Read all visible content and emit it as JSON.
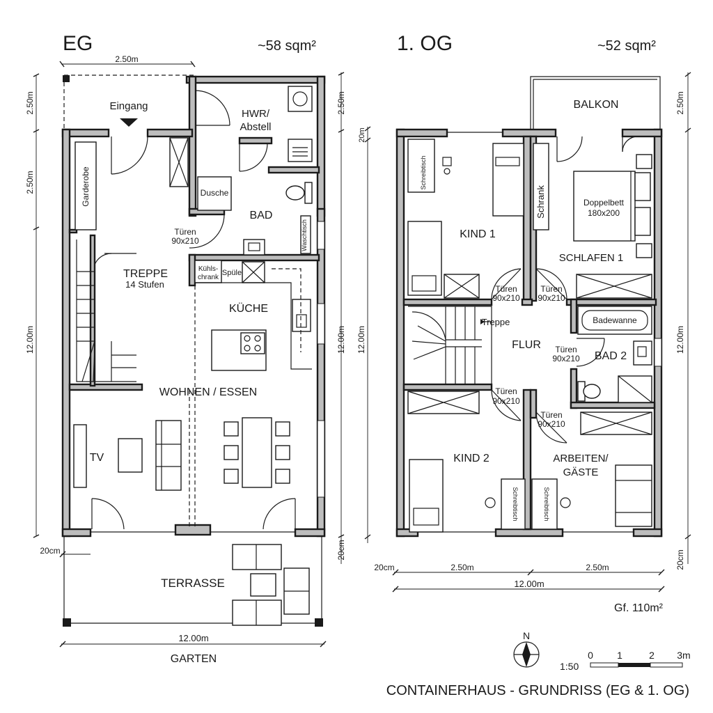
{
  "eg": {
    "title": "EG",
    "area": "~58 sqm²",
    "rooms": {
      "eingang": "Eingang",
      "hwr_line1": "HWR/",
      "hwr_line2": "Abstell",
      "dusche": "Dusche",
      "bad": "BAD",
      "garderobe": "Garderobe",
      "tueren_line1": "Türen",
      "tueren_line2": "90x210",
      "kuehlschrank_line1": "Kühls-",
      "kuehlschrank_line2": "chrank",
      "spuele": "Spüle",
      "waschtisch": "Waschtisch",
      "treppe": "TREPPE",
      "stufen": "14 Stufen",
      "kueche": "KÜCHE",
      "wohnen": "WOHNEN / ESSEN",
      "tv": "TV",
      "terrasse": "TERRASSE",
      "garten": "GARTEN"
    },
    "dims": {
      "top_width": "2.50m",
      "left_top": "2.50m",
      "left_mid": "2.50m",
      "left_long": "12.00m",
      "right_top": "2.50m",
      "right_long": "12.00m",
      "right_bottom": "20cm",
      "bottom_left": "20cm",
      "bottom_width": "12.00m"
    }
  },
  "og": {
    "title": "1. OG",
    "area": "~52 sqm²",
    "rooms": {
      "balkon": "BALKON",
      "schreibtisch": "Schreibtisch",
      "kind1": "KIND 1",
      "schrank": "Schrank",
      "doppelbett_line1": "Doppelbett",
      "doppelbett_line2": "180x200",
      "schlafen": "SCHLAFEN 1",
      "tueren_line1": "Türen",
      "tueren_line2": "90x210",
      "treppe": "Treppe",
      "flur": "FLUR",
      "badewanne": "Badewanne",
      "bad2": "BAD 2",
      "kind2": "KIND 2",
      "arbeiten_line1": "ARBEITEN/",
      "arbeiten_line2": "GÄSTE"
    },
    "dims": {
      "right_top": "2.50m",
      "left_small": "20m",
      "left_long": "12.00m",
      "right_long": "12.00m",
      "right_bottom": "20cm",
      "bottom_left": "20cm",
      "bottom_a": "2.50m",
      "bottom_b": "2.50m",
      "bottom_total": "12.00m"
    }
  },
  "legend": {
    "gross_area": "Gf. 110m²",
    "north": "N",
    "scale": "1:50",
    "scale_ticks": [
      "0",
      "1",
      "2",
      "3m"
    ],
    "main_title": "CONTAINERHAUS - GRUNDRISS (EG & 1. OG)"
  }
}
